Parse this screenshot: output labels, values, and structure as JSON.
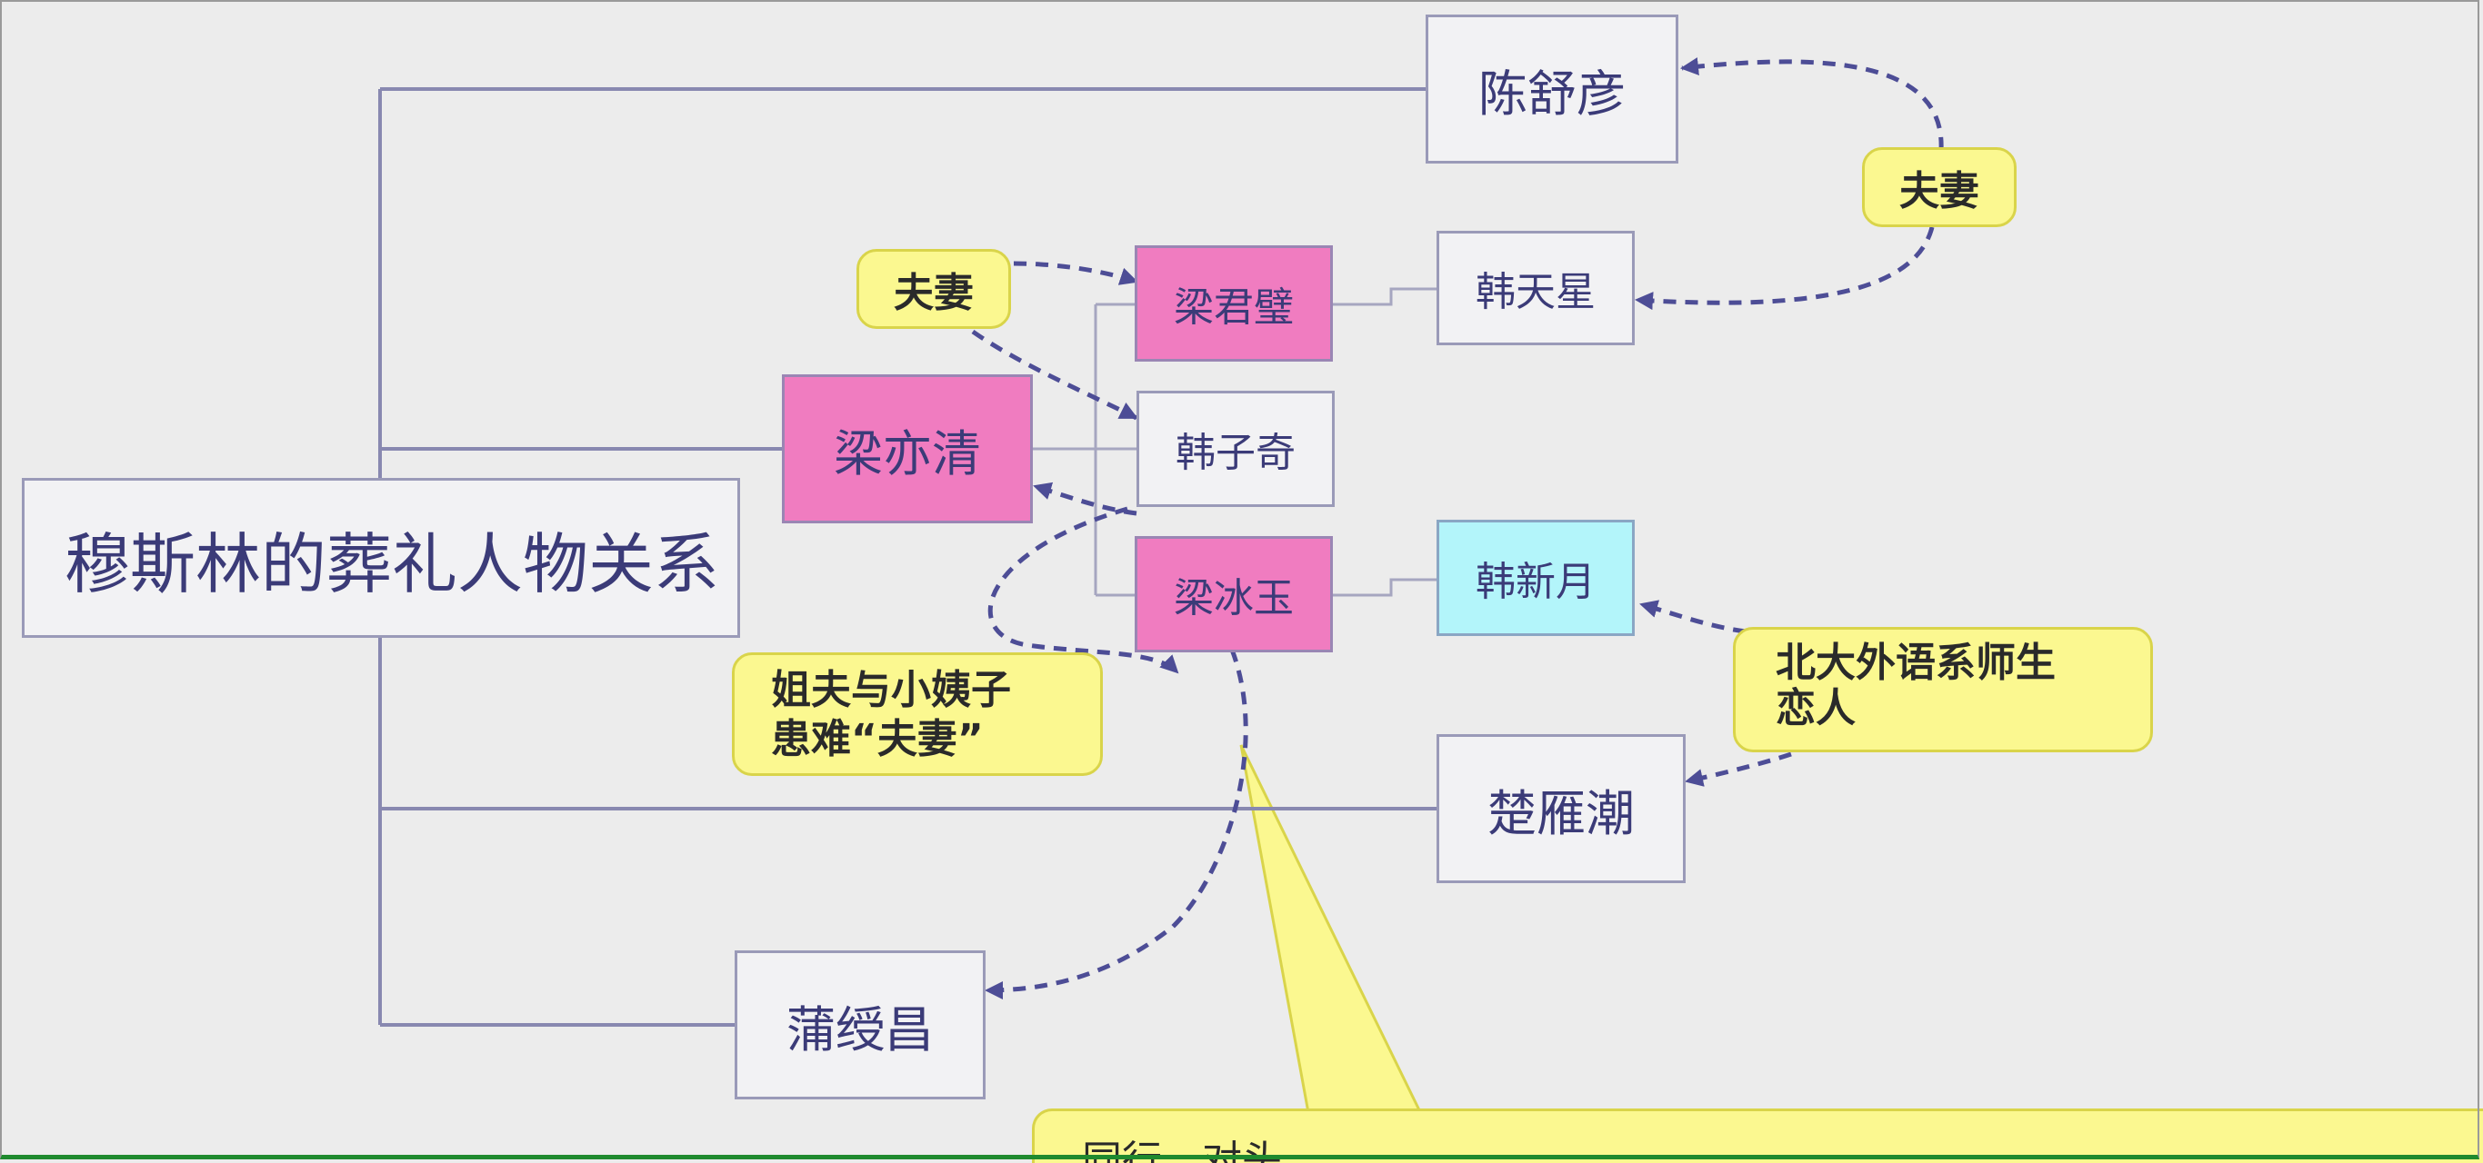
{
  "diagram": {
    "title": "穆斯林的葬礼人物关系",
    "characters": {
      "chen_shuyan": "陈舒彦",
      "liang_junbi": "梁君璧",
      "han_tianxing": "韩天星",
      "liang_yiqing": "梁亦清",
      "han_ziqi": "韩子奇",
      "liang_bingyu": "梁冰玉",
      "han_xinyue": "韩新月",
      "chu_yanchao": "楚雁潮",
      "pu_shouchang": "蒲绶昌"
    },
    "relations": {
      "couple_top_right": "夫妻",
      "couple_top_left": "夫妻",
      "sister_in_law": [
        "姐夫与小姨子",
        "患难“夫妻”"
      ],
      "teacher_student": [
        "北大外语系师生",
        "恋人"
      ],
      "peers": "同行，对头"
    }
  },
  "colors": {
    "background": "#ececec",
    "node_border": "#9a9ab8",
    "node_text": "#3b3b78",
    "pink_fill": "#f07cc0",
    "cyan_fill": "#b3f5fa",
    "note_fill": "#fbf890",
    "note_border": "#d9d44a",
    "arrow": "#4d4d96",
    "connector": "#8888b0"
  }
}
